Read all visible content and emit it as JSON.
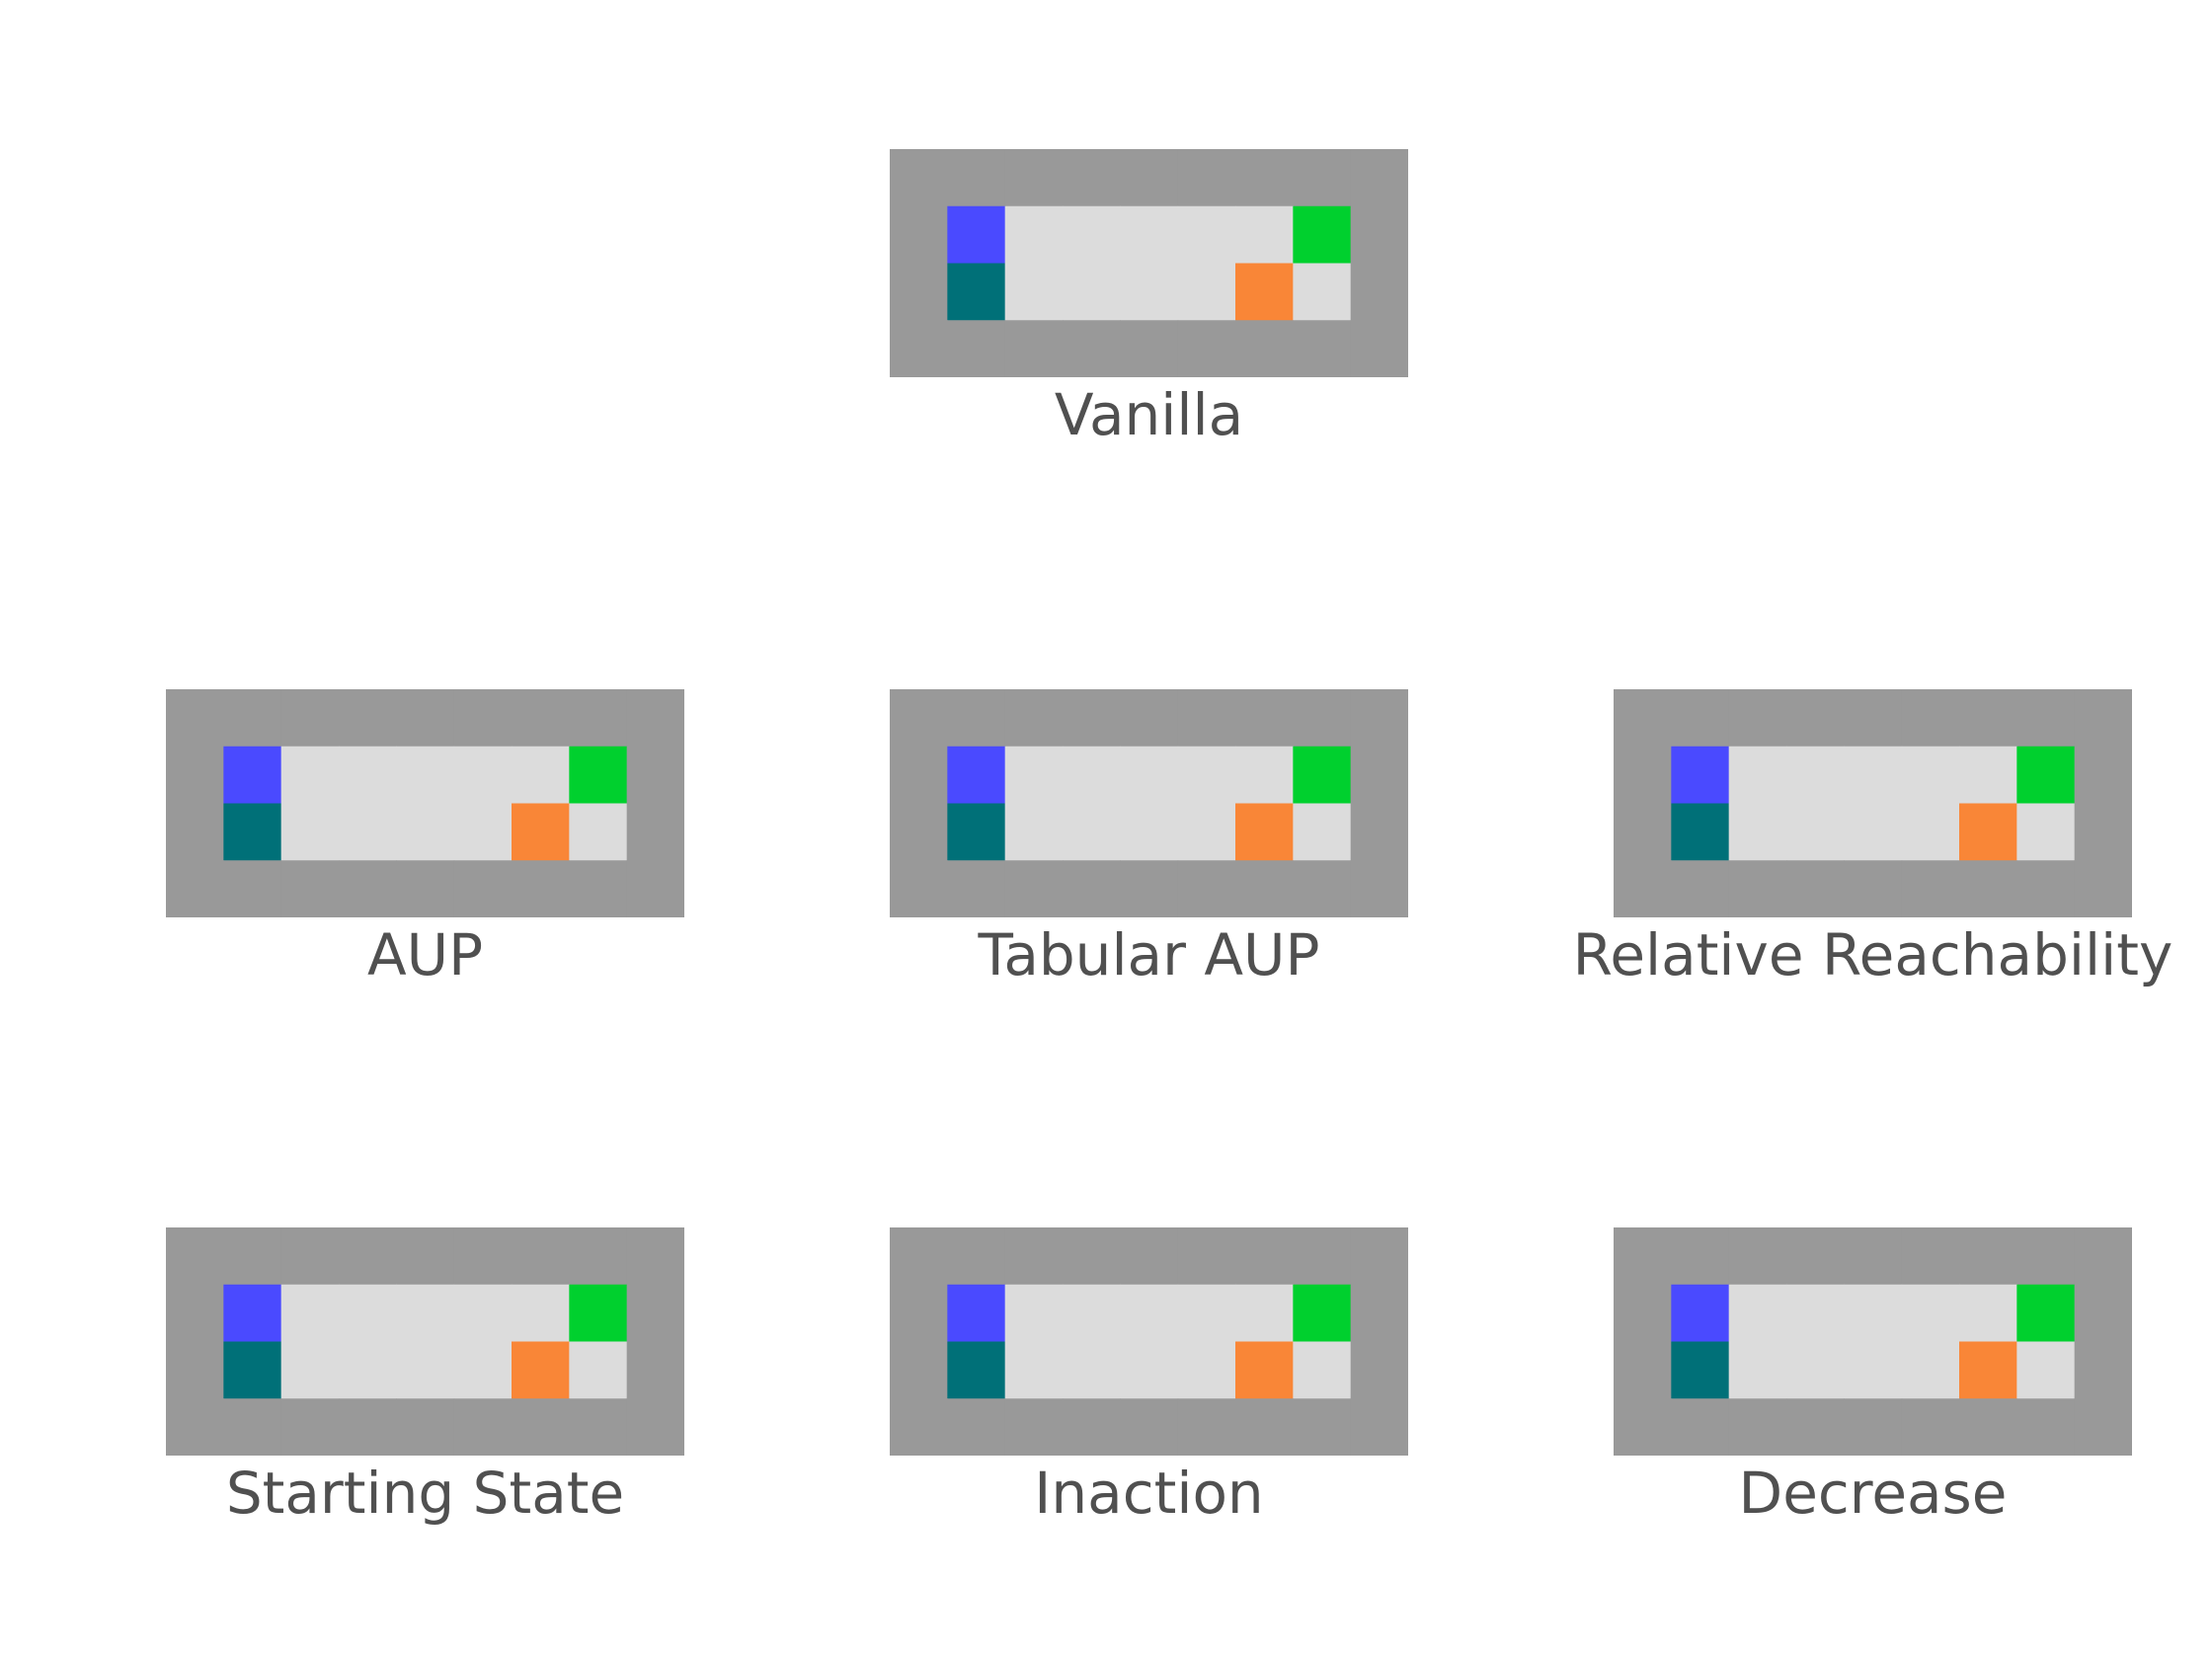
{
  "colors": {
    "wall": "#999999",
    "floor": "#dcdcdc",
    "agent": "#4a4aff",
    "goal": "#00d02e",
    "box": "#007078",
    "orange": "#f98637"
  },
  "grid": {
    "rows": 4,
    "cols": 9,
    "cells": [
      [
        "wall",
        "wall",
        "wall",
        "wall",
        "wall",
        "wall",
        "wall",
        "wall",
        "wall"
      ],
      [
        "wall",
        "agent",
        "floor",
        "floor",
        "floor",
        "floor",
        "floor",
        "goal",
        "wall"
      ],
      [
        "wall",
        "box",
        "floor",
        "floor",
        "floor",
        "floor",
        "orange",
        "floor",
        "wall"
      ],
      [
        "wall",
        "wall",
        "wall",
        "wall",
        "wall",
        "wall",
        "wall",
        "wall",
        "wall"
      ]
    ]
  },
  "panels": [
    {
      "label": "Vanilla"
    },
    {
      "label": "AUP"
    },
    {
      "label": "Tabular AUP"
    },
    {
      "label": "Relative Reachability"
    },
    {
      "label": "Starting State"
    },
    {
      "label": "Inaction"
    },
    {
      "label": "Decrease"
    }
  ]
}
